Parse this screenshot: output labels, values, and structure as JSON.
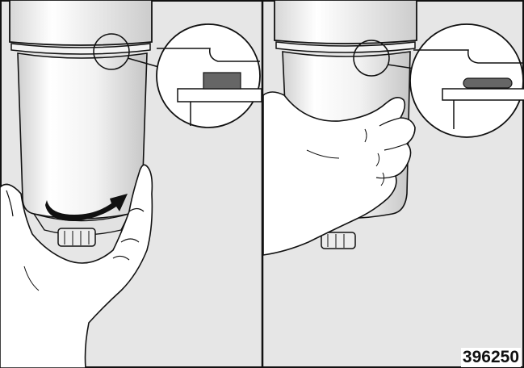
{
  "figure": {
    "number": "396250",
    "colors": {
      "background": "#e6e6e6",
      "line": "#111111",
      "seal_mark": "#666666"
    },
    "panels": [
      {
        "name": "left-panel",
        "icon": "rotate-arrow-icon"
      },
      {
        "name": "right-panel",
        "icon": "hand-icon"
      }
    ]
  }
}
